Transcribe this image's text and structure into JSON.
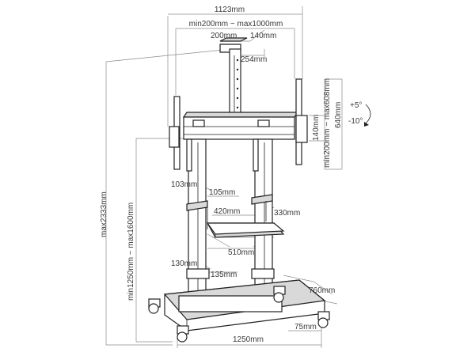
{
  "dimensions": {
    "overall_width": "1123mm",
    "vesa_range": "min200mm ~ max1000mm",
    "column_width": "200mm",
    "column_depth": "140mm",
    "column_offset": "254mm",
    "bracket_height": "140mm",
    "vesa_vertical": "min200mm ~ max608mm",
    "bracket_length": "640mm",
    "tilt_up": "+5°",
    "tilt_down": "-10°",
    "total_height": "max2333mm",
    "height_range": "min1250mm ~ max1600mm",
    "shelf_clamp_height": "103mm",
    "shelf_clamp_width": "105mm",
    "shelf_width": "420mm",
    "shelf_depth": "330mm",
    "shelf_front": "510mm",
    "lower_clamp_height": "130mm",
    "lower_clamp_width": "135mm",
    "base_depth": "760mm",
    "base_width": "1250mm",
    "caster_offset": "75mm"
  }
}
